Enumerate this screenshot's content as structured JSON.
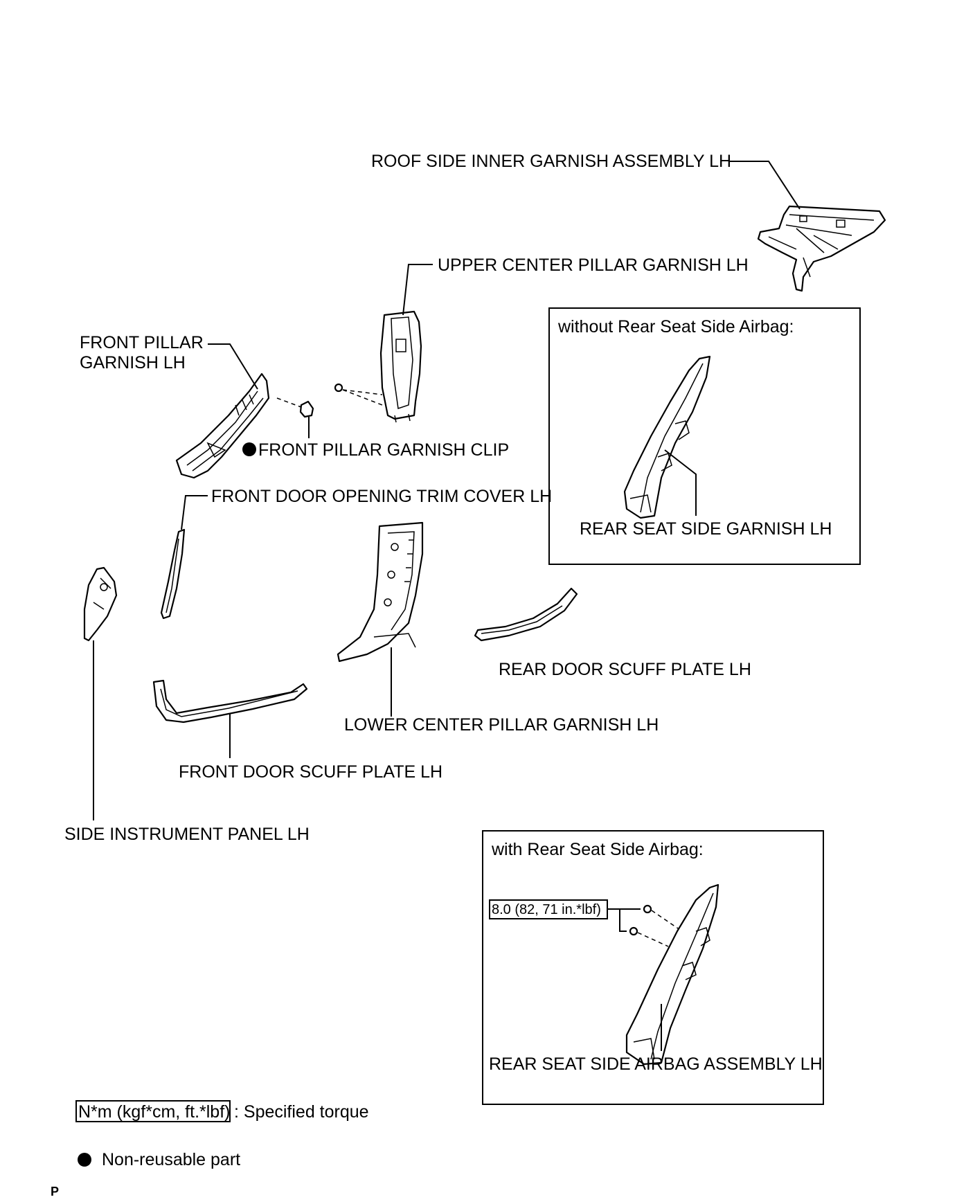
{
  "labels": {
    "roof_side_inner_garnish": "ROOF SIDE INNER GARNISH ASSEMBLY LH",
    "upper_center_pillar_garnish": "UPPER CENTER PILLAR GARNISH LH",
    "front_pillar_garnish_line1": "FRONT PILLAR",
    "front_pillar_garnish_line2": "GARNISH LH",
    "front_pillar_garnish_clip": "FRONT PILLAR GARNISH CLIP",
    "front_door_opening_trim_cover": "FRONT DOOR OPENING TRIM COVER LH",
    "rear_door_scuff_plate": "REAR DOOR SCUFF PLATE LH",
    "lower_center_pillar_garnish": "LOWER CENTER PILLAR GARNISH LH",
    "front_door_scuff_plate": "FRONT DOOR SCUFF PLATE LH",
    "side_instrument_panel": "SIDE INSTRUMENT PANEL LH",
    "rear_seat_side_garnish": "REAR SEAT SIDE GARNISH LH",
    "rear_seat_side_airbag_assembly": "REAR SEAT SIDE AIRBAG ASSEMBLY LH"
  },
  "variant_boxes": {
    "without_airbag_title": "without Rear Seat Side Airbag:",
    "with_airbag_title": "with Rear Seat Side Airbag:"
  },
  "torque": {
    "value": "8.0 (82, 71 in.*lbf)"
  },
  "legend": {
    "torque_units": "N*m (kgf*cm, ft.*lbf)",
    "torque_desc": ": Specified torque",
    "nonreusable_desc": "Non-reusable part"
  },
  "page_marker": "P"
}
